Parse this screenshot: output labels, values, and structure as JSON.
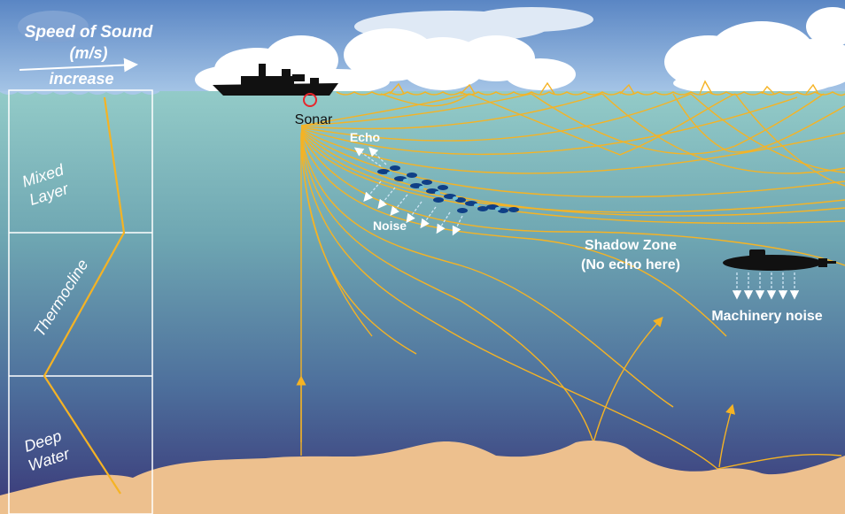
{
  "speed_panel": {
    "title_line1": "Speed of Sound",
    "title_line2": "(m/s)",
    "arrow_label": "increase"
  },
  "layers": {
    "mixed": [
      "Mixed",
      "Layer"
    ],
    "thermocline": "Thermocline",
    "deep": [
      "Deep",
      "Water"
    ]
  },
  "labels": {
    "sonar": "Sonar",
    "echo": "Echo",
    "noise": "Noise",
    "shadow_zone_line1": "Shadow Zone",
    "shadow_zone_line2": "(No echo here)",
    "machinery_noise": "Machinery noise"
  },
  "colors": {
    "ray": "#f5b324",
    "sky_top": "#5a86c4",
    "sky_bottom": "#a9c8e8",
    "water_top": "#8ec7c6",
    "water_bottom": "#3b3a7a",
    "seabed": "#edc08e",
    "sonar_ring": "#e8262c",
    "label_light": "#ffffff"
  }
}
